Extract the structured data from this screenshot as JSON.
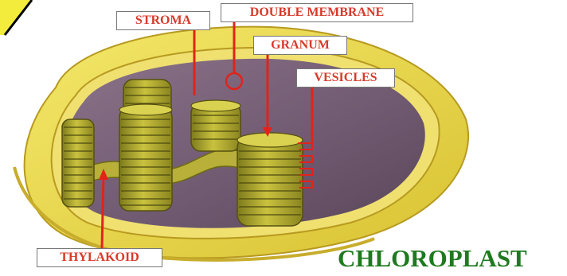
{
  "title": "CHLOROPLAST",
  "labels": {
    "stroma": "STROMA",
    "double_membrane": "DOUBLE MEMBRANE",
    "granum": "GRANUM",
    "vesicles": "VESICLES",
    "thylakoid": "THYLAKOID"
  },
  "colors": {
    "label_text": "#d93a2b",
    "title_text": "#1f7a1f",
    "pointer": "#e2231a",
    "outer_membrane": "#e8d84a",
    "stroma_fill": "#7a6378",
    "granum": "#b5b030"
  }
}
